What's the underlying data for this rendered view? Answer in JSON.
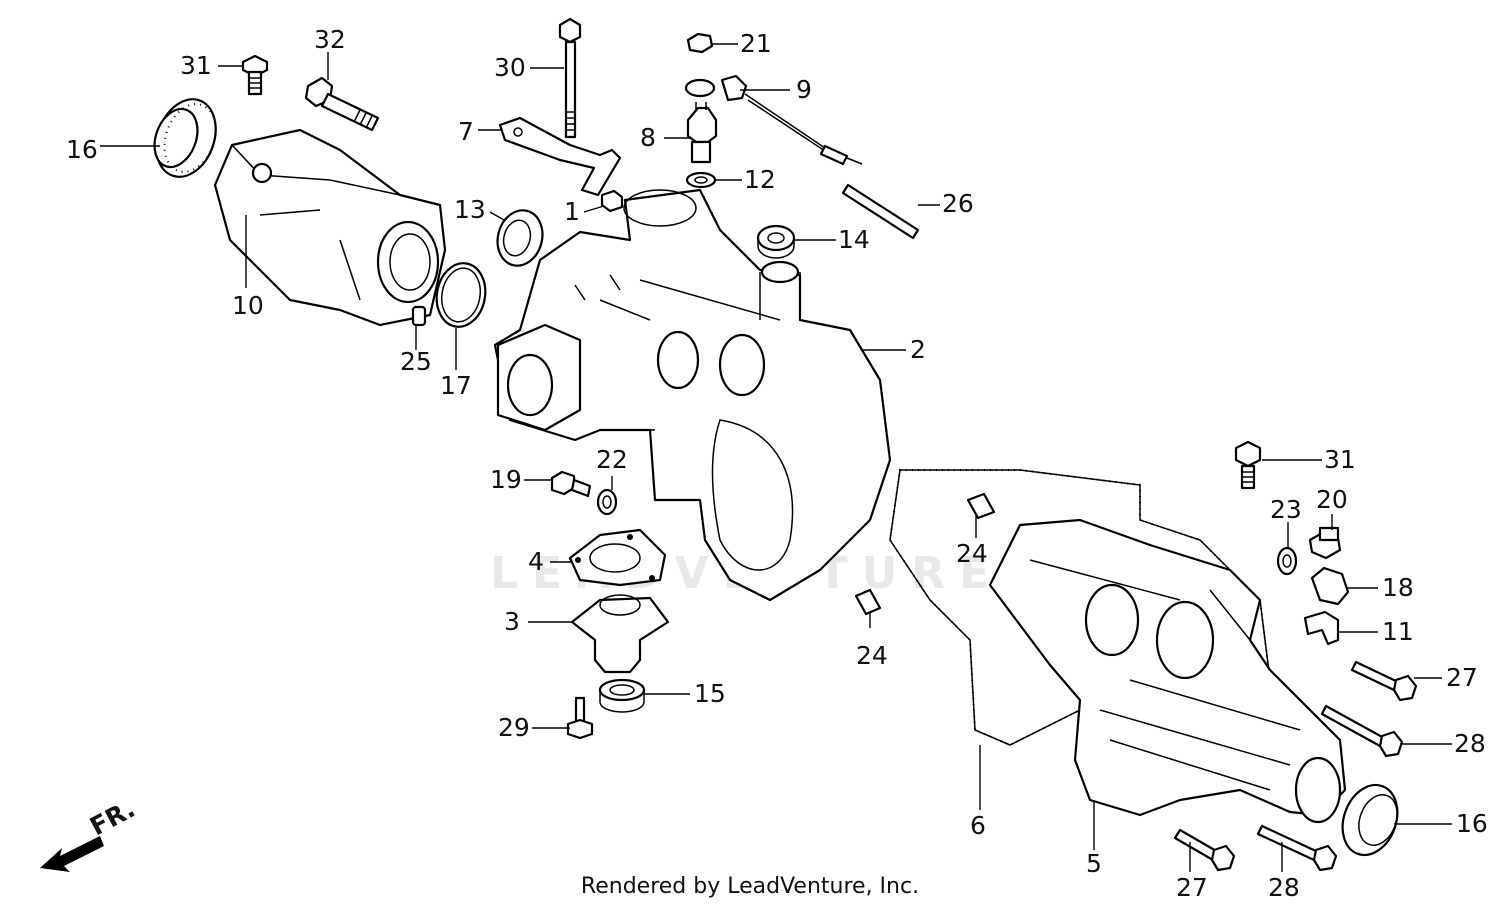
{
  "diagram": {
    "footer": "Rendered by LeadVenture, Inc.",
    "watermark": "LEADVENTURE",
    "direction_indicator": "FR.",
    "callouts": [
      {
        "id": "c31a",
        "text": "31"
      },
      {
        "id": "c32",
        "text": "32"
      },
      {
        "id": "c16a",
        "text": "16"
      },
      {
        "id": "c10",
        "text": "10"
      },
      {
        "id": "c25",
        "text": "25"
      },
      {
        "id": "c17",
        "text": "17"
      },
      {
        "id": "c13",
        "text": "13"
      },
      {
        "id": "c30",
        "text": "30"
      },
      {
        "id": "c7",
        "text": "7"
      },
      {
        "id": "c1",
        "text": "1"
      },
      {
        "id": "c21",
        "text": "21"
      },
      {
        "id": "c9",
        "text": "9"
      },
      {
        "id": "c8",
        "text": "8"
      },
      {
        "id": "c12",
        "text": "12"
      },
      {
        "id": "c26",
        "text": "26"
      },
      {
        "id": "c14",
        "text": "14"
      },
      {
        "id": "c2",
        "text": "2"
      },
      {
        "id": "c19",
        "text": "19"
      },
      {
        "id": "c22",
        "text": "22"
      },
      {
        "id": "c4",
        "text": "4"
      },
      {
        "id": "c3",
        "text": "3"
      },
      {
        "id": "c15",
        "text": "15"
      },
      {
        "id": "c29",
        "text": "29"
      },
      {
        "id": "c24a",
        "text": "24"
      },
      {
        "id": "c24b",
        "text": "24"
      },
      {
        "id": "c31b",
        "text": "31"
      },
      {
        "id": "c23",
        "text": "23"
      },
      {
        "id": "c20",
        "text": "20"
      },
      {
        "id": "c18",
        "text": "18"
      },
      {
        "id": "c11",
        "text": "11"
      },
      {
        "id": "c27a",
        "text": "27"
      },
      {
        "id": "c28a",
        "text": "28"
      },
      {
        "id": "c16b",
        "text": "16"
      },
      {
        "id": "c6",
        "text": "6"
      },
      {
        "id": "c5",
        "text": "5"
      },
      {
        "id": "c27b",
        "text": "27"
      },
      {
        "id": "c28b",
        "text": "28"
      }
    ]
  }
}
